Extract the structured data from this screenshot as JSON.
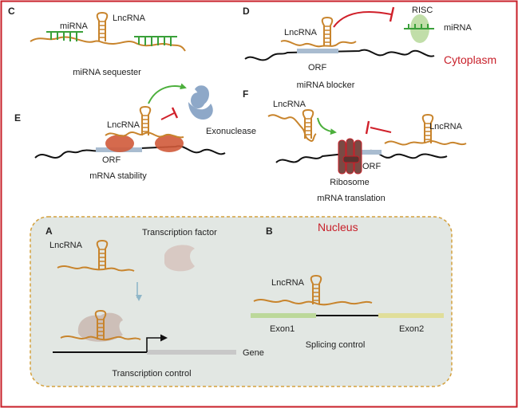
{
  "colors": {
    "frame": "#c8202a",
    "lnc": "#c8842c",
    "mirna": "#3aa03a",
    "arrow_green": "#4caf3c",
    "inhibit": "#d0202a",
    "orf": "#a9bcd0",
    "exo": "#8ea8c8",
    "nucleus_fill": "#e2e7e3",
    "nucleus_border": "#d4a03c",
    "tf": "#d8c9c3",
    "exon1": "#bcd89a",
    "exon2": "#e0de9a",
    "gene": "#c8c8c8",
    "risc": "#b6d89a",
    "ribo": "#7a4a44",
    "stab": "#d05a3a"
  },
  "panels": {
    "c": {
      "letter": "C",
      "lncrna": "LncRNA",
      "mirna": "miRNA",
      "caption": "miRNA sequester"
    },
    "d": {
      "letter": "D",
      "lncrna": "LncRNA",
      "risc": "RISC",
      "mirna": "miRNA",
      "orf": "ORF",
      "caption": "miRNA blocker"
    },
    "cytoplasm": "Cytoplasm",
    "e": {
      "letter": "E",
      "lncrna": "LncRNA",
      "exonuclease": "Exonuclease",
      "orf": "ORF",
      "caption": "mRNA stability"
    },
    "f": {
      "letter": "F",
      "lncrna_left": "LncRNA",
      "lncrna_right": "LncRNA",
      "orf": "ORF",
      "ribosome": "Ribosome",
      "caption": "mRNA translation"
    },
    "nucleus": "Nucleus",
    "a": {
      "letter": "A",
      "lncrna": "LncRNA",
      "tf": "Transcription factor",
      "gene": "Gene",
      "caption": "Transcription control"
    },
    "b": {
      "letter": "B",
      "lncrna": "LncRNA",
      "exon1": "Exon1",
      "exon2": "Exon2",
      "caption": "Splicing control"
    }
  }
}
